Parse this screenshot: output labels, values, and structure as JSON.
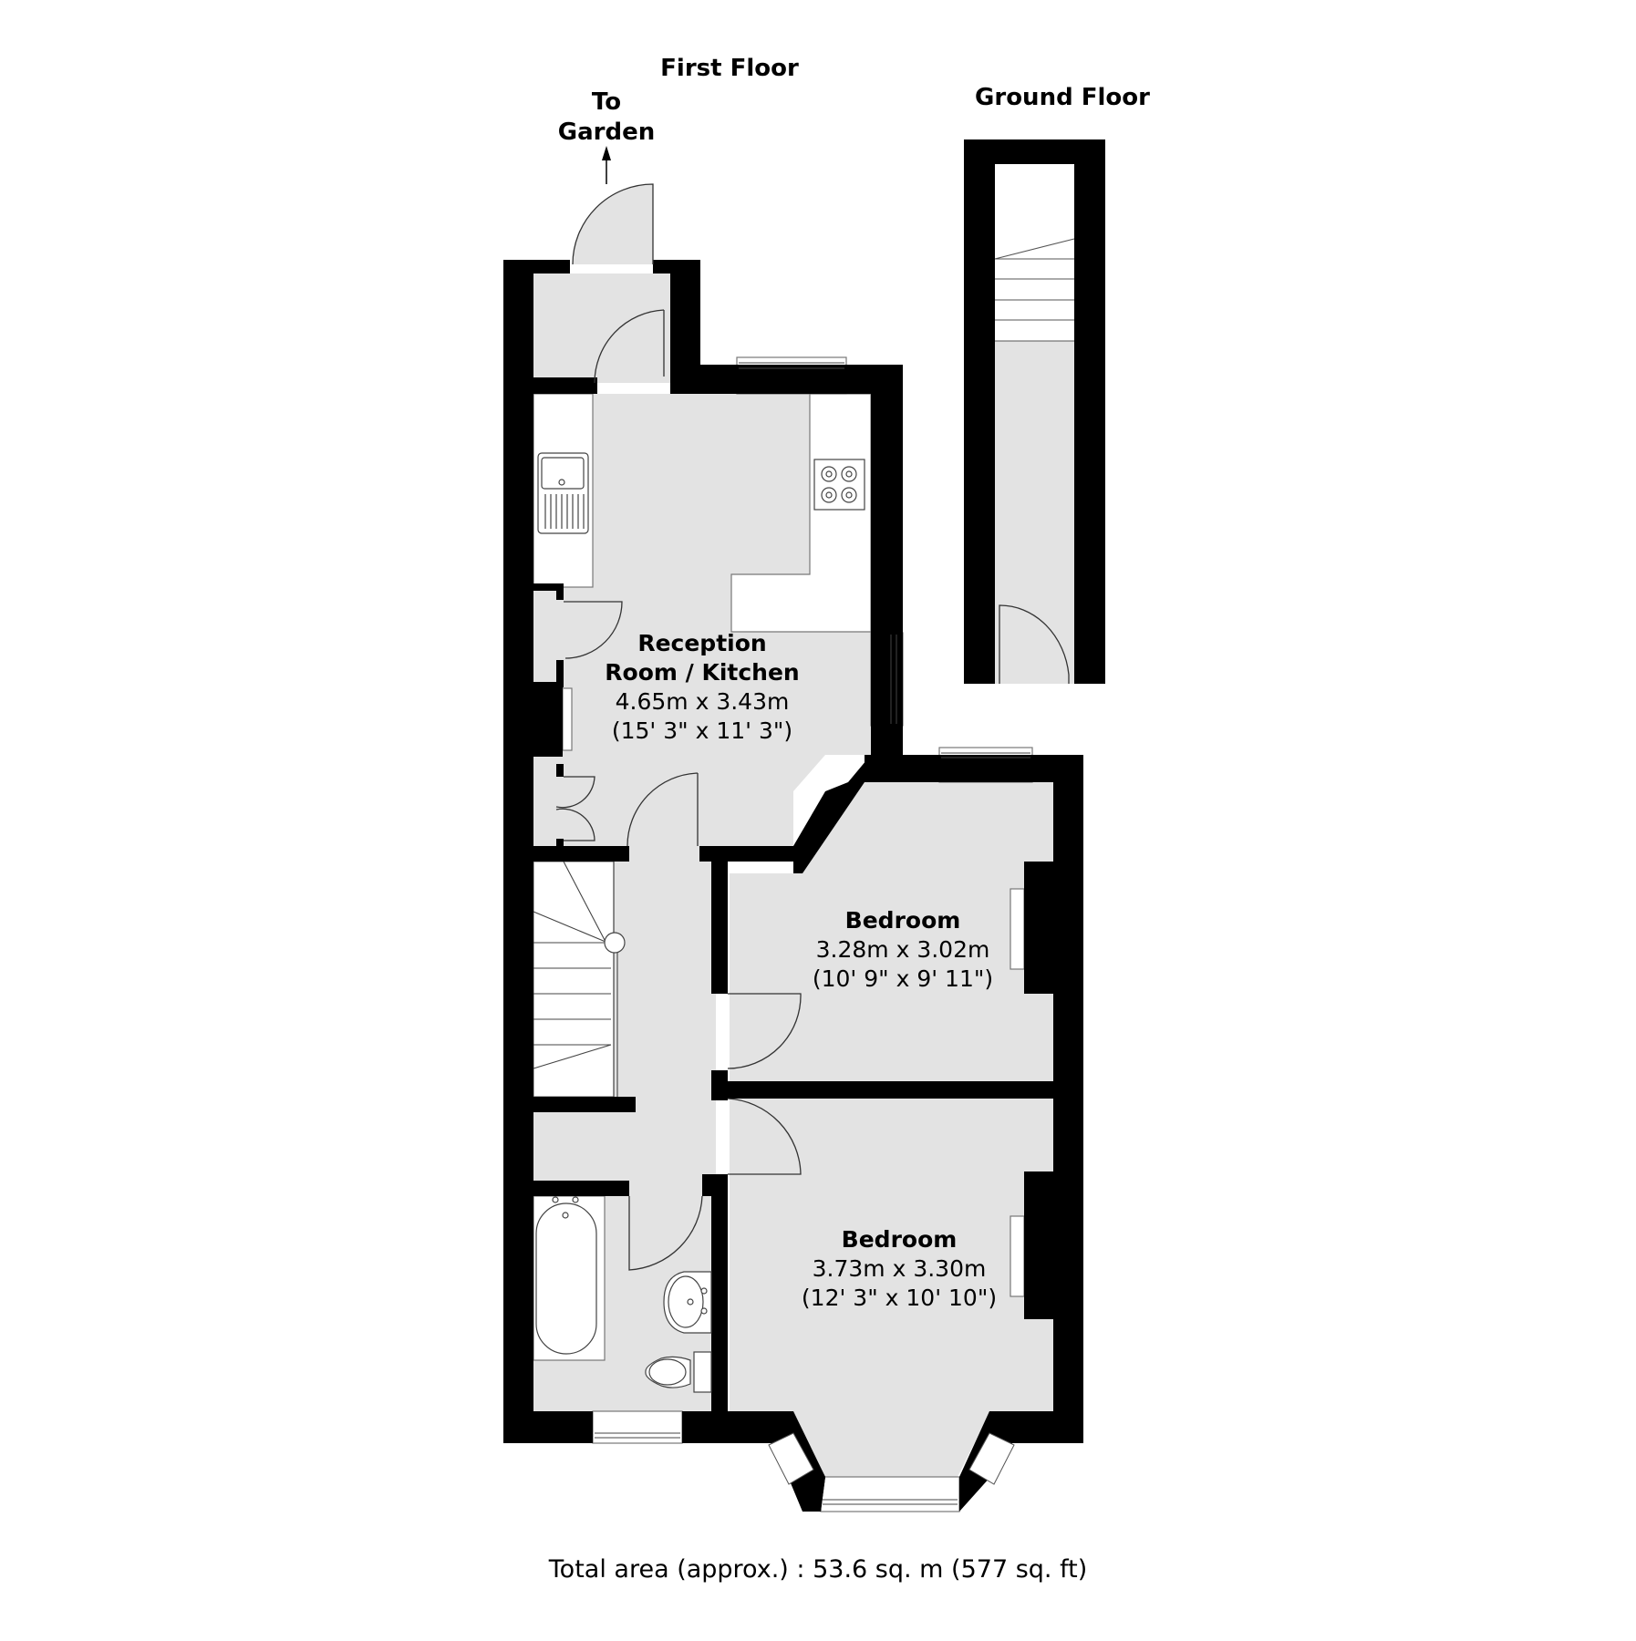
{
  "floors": {
    "first": {
      "label": "First Floor"
    },
    "ground": {
      "label": "Ground Floor"
    }
  },
  "annotations": {
    "garden_line1": "To",
    "garden_line2": "Garden"
  },
  "rooms": [
    {
      "name_line1": "Reception",
      "name_line2": "Room / Kitchen",
      "metric": "4.65m x 3.43m",
      "imperial": "(15' 3\" x 11' 3\")"
    },
    {
      "name_line1": "Bedroom",
      "metric": "3.28m x 3.02m",
      "imperial": "(10' 9\" x 9' 11\")"
    },
    {
      "name_line1": "Bedroom",
      "metric": "3.73m x 3.30m",
      "imperial": "(12' 3\" x 10' 10\")"
    }
  ],
  "footer": {
    "total_area": "Total area (approx.) : 53.6 sq. m (577 sq. ft)"
  },
  "colors": {
    "wall": "#000000",
    "floor": "#e3e3e3",
    "fixture": "#ffffff",
    "line": "#555555"
  }
}
